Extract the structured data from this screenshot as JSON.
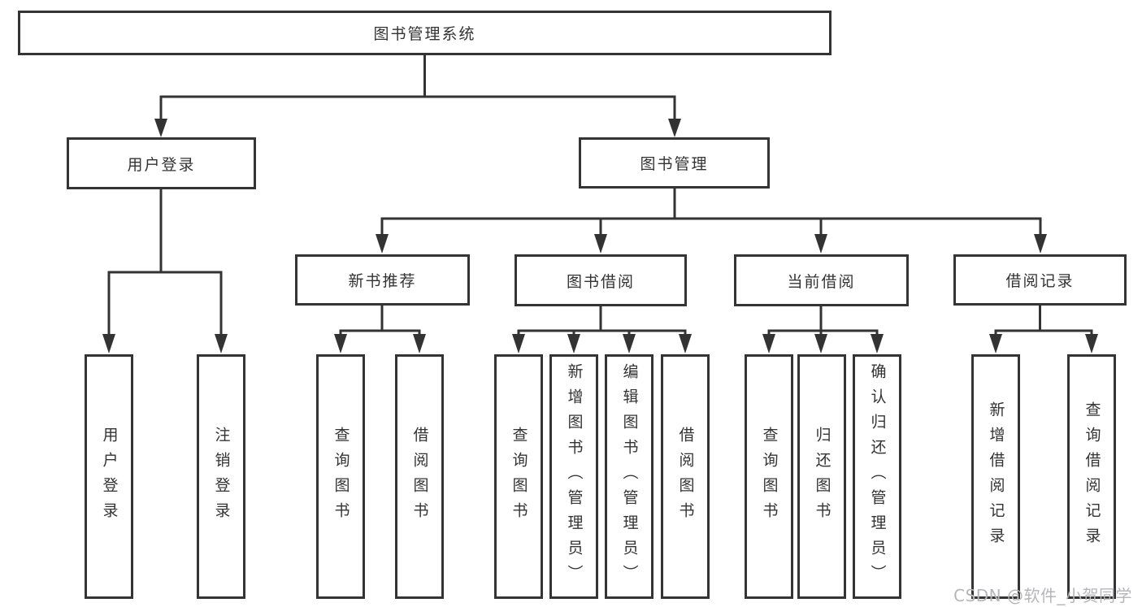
{
  "tree": {
    "root": {
      "label": "图书管理系统",
      "children": [
        {
          "label": "用户登录",
          "children": [
            {
              "label": "用户登录"
            },
            {
              "label": "注销登录"
            }
          ]
        },
        {
          "label": "图书管理",
          "children": [
            {
              "label": "新书推荐",
              "children": [
                {
                  "label": "查询图书"
                },
                {
                  "label": "借阅图书"
                }
              ]
            },
            {
              "label": "图书借阅",
              "children": [
                {
                  "label": "查询图书"
                },
                {
                  "label": "新增图书（管理员）"
                },
                {
                  "label": "编辑图书（管理员）"
                },
                {
                  "label": "借阅图书"
                }
              ]
            },
            {
              "label": "当前借阅",
              "children": [
                {
                  "label": "查询图书"
                },
                {
                  "label": "归还图书"
                },
                {
                  "label": "确认归还（管理员）"
                }
              ]
            },
            {
              "label": "借阅记录",
              "children": [
                {
                  "label": "新增借阅记录"
                },
                {
                  "label": "查询借阅记录"
                }
              ]
            }
          ]
        }
      ]
    }
  },
  "watermark": {
    "text": "CSDN @软件_小贺同学"
  },
  "colors": {
    "line": "#333333",
    "box_border": "#343434",
    "text": "#333333",
    "background": "#ffffff",
    "watermark": "#b6b6ba"
  }
}
